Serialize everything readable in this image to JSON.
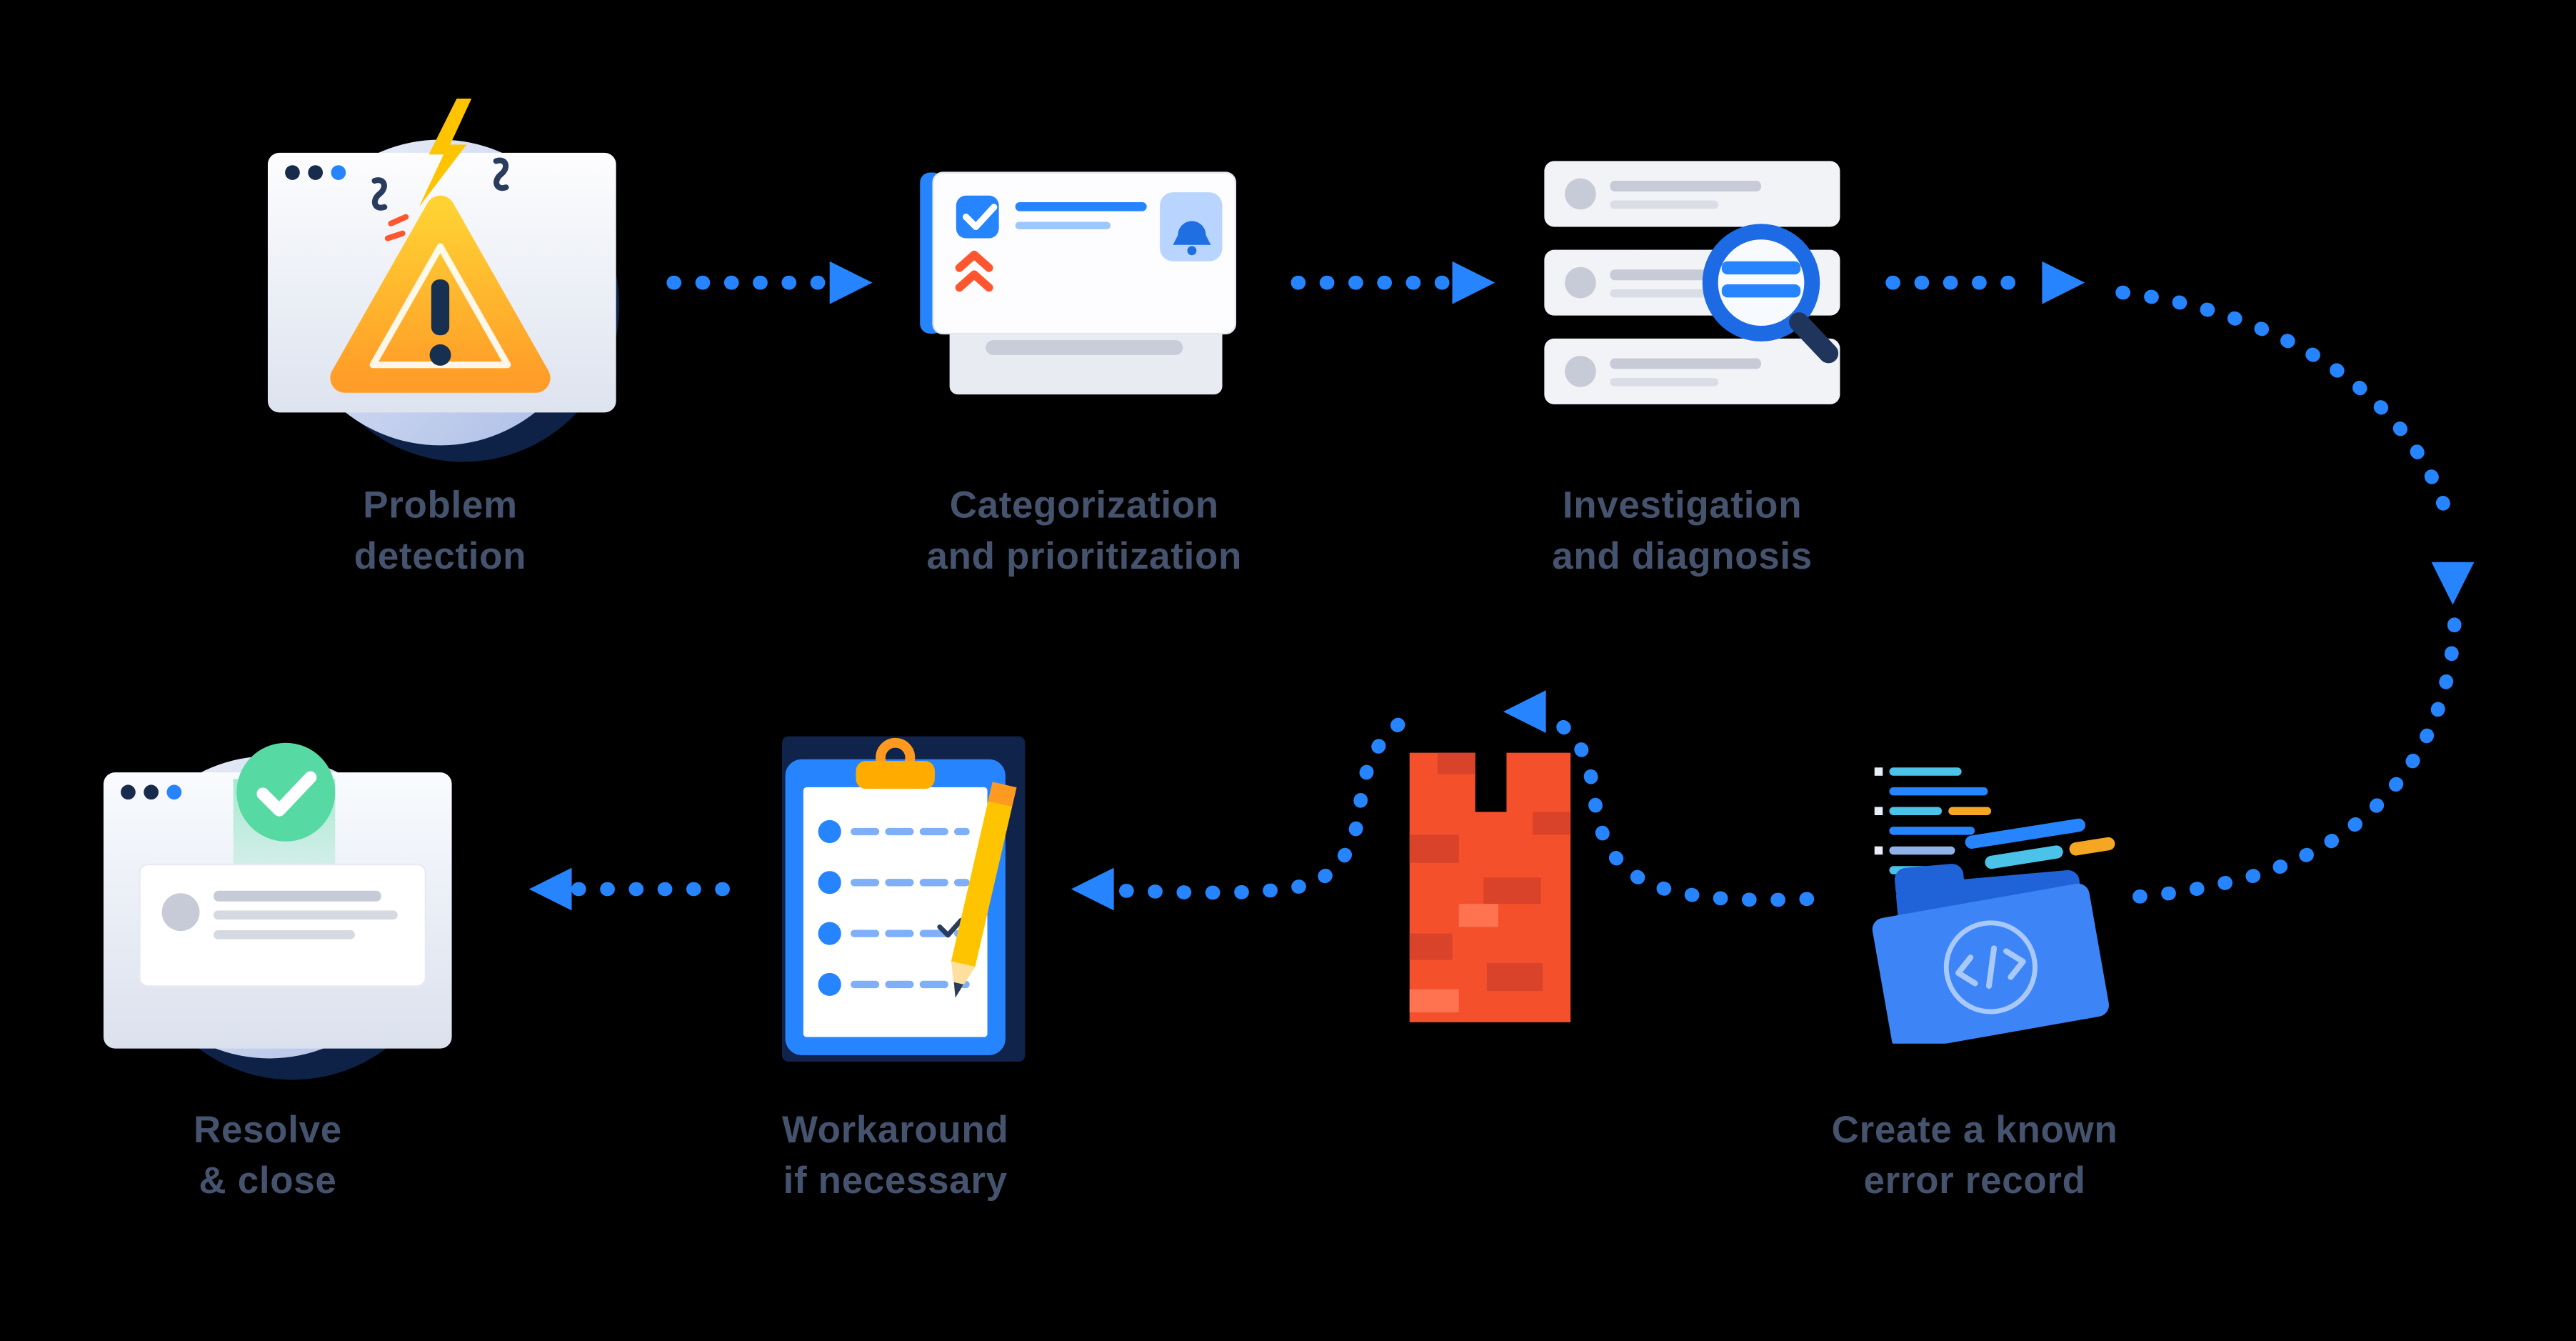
{
  "colors": {
    "background": "#000000",
    "arrow_blue": "#2684FF",
    "label_text": "#45536e",
    "navy": "#0e2247",
    "warning_yellow": "#ffc400",
    "orange": "#ff991f",
    "success_green": "#57d9a3",
    "priority_red": "#ff5630",
    "brick_red": "#f4502c",
    "folder_blue": "#3d85f7",
    "row_gray": "#f2f3f7"
  },
  "steps": [
    {
      "id": "problem-detection",
      "icon": "alert-browser-icon",
      "label": [
        "Problem",
        "detection"
      ]
    },
    {
      "id": "categorization-prioritization",
      "icon": "priority-ticket-icon",
      "label": [
        "Categorization",
        "and prioritization"
      ]
    },
    {
      "id": "investigation-diagnosis",
      "icon": "search-records-icon",
      "label": [
        "Investigation",
        "and diagnosis"
      ]
    },
    {
      "id": "create-known-error-record",
      "icon": "code-folder-icon",
      "label": [
        "Create a known",
        "error record"
      ]
    },
    {
      "id": "workaround-if-necessary",
      "icon": "clipboard-checklist-icon",
      "label": [
        "Workaround",
        "if necessary"
      ]
    },
    {
      "id": "resolve-close",
      "icon": "resolved-browser-icon",
      "label": [
        "Resolve",
        "& close"
      ]
    }
  ],
  "barrier": {
    "icon": "brick-wall-icon"
  }
}
